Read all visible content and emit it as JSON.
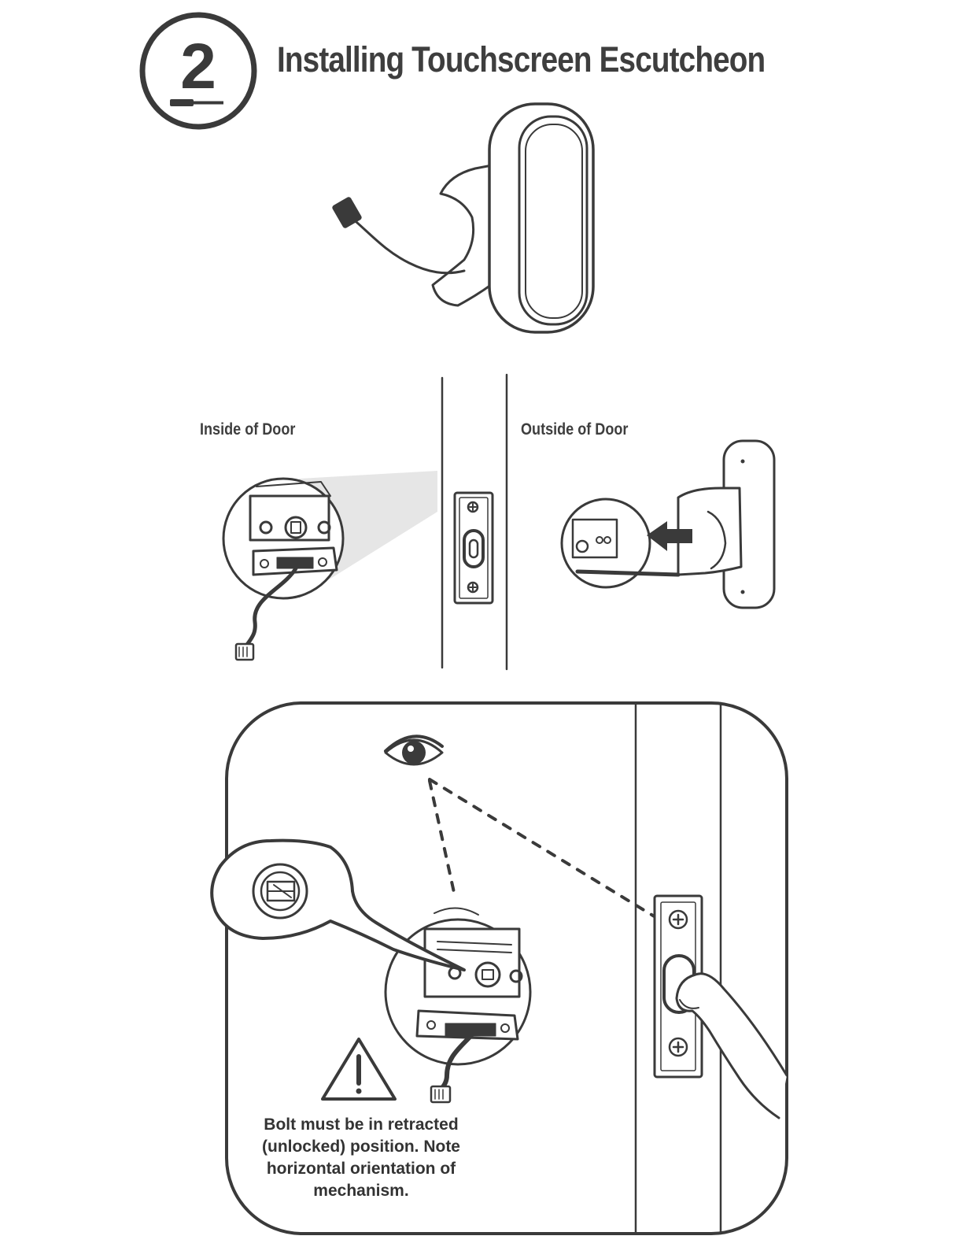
{
  "header": {
    "step_number": "2",
    "title": "Installing Touchscreen Escutcheon",
    "badge_icon": "screwdriver-icon"
  },
  "labels": {
    "inside_door": "Inside of Door",
    "outside_door": "Outside of Door"
  },
  "detail_panel": {
    "warning_icon": "warning-triangle-icon",
    "eye_icon": "eye-icon",
    "warning_text": "Bolt must be in retracted (unlocked) position. Note horizontal orientation of mechanism."
  },
  "colors": {
    "line": "#3a3a3a",
    "fill": "#ffffff"
  }
}
